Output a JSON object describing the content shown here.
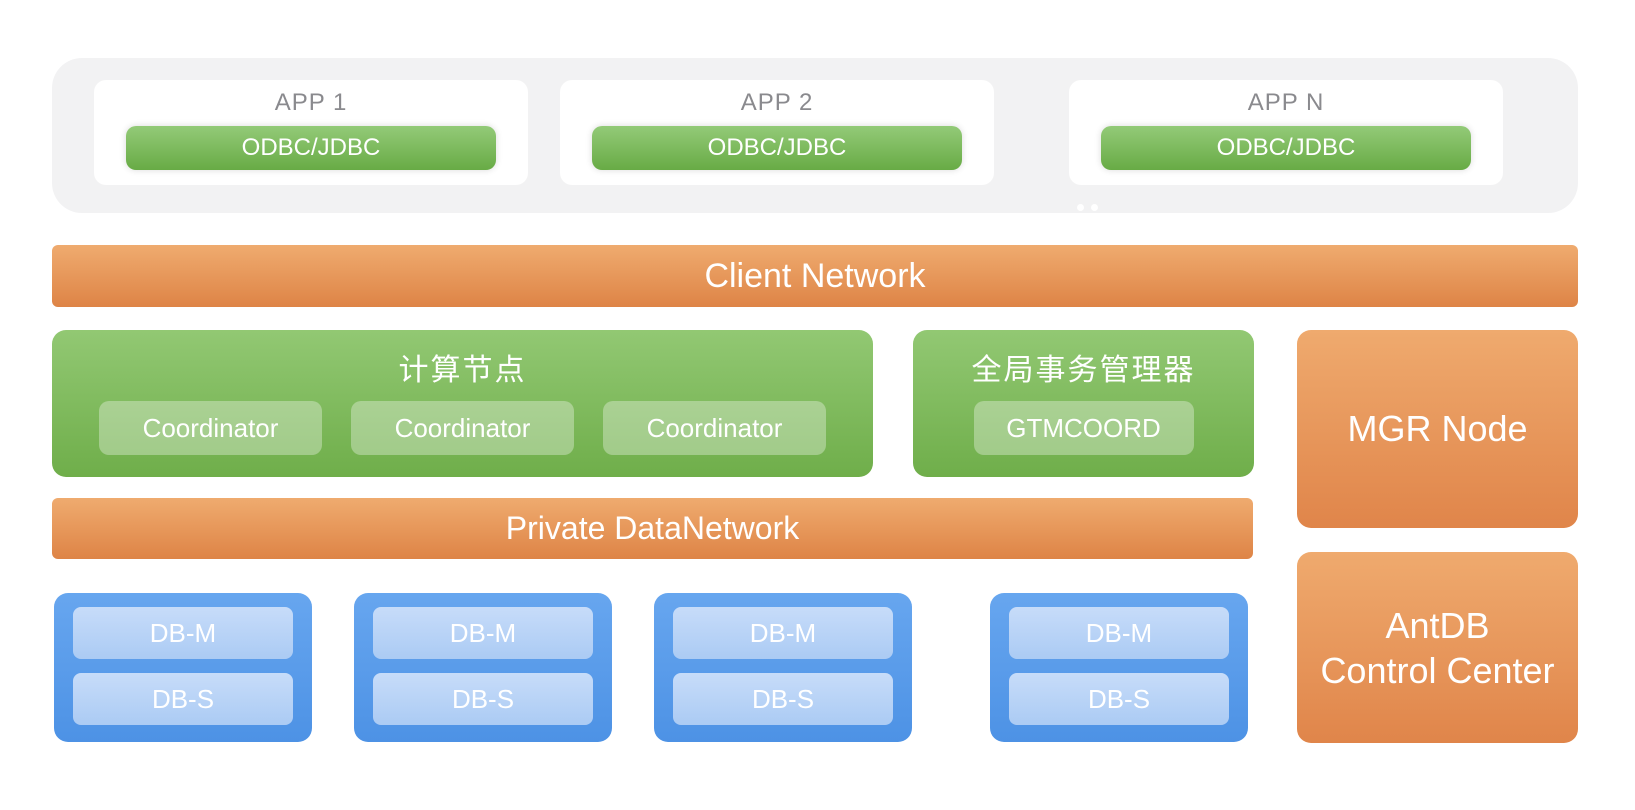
{
  "apps_panel": {
    "cards": [
      {
        "title": "APP 1",
        "button": "ODBC/JDBC"
      },
      {
        "title": "APP 2",
        "button": "ODBC/JDBC"
      },
      {
        "title": "APP N",
        "button": "ODBC/JDBC"
      }
    ]
  },
  "client_network": {
    "label": "Client Network"
  },
  "compute": {
    "title": "计算节点",
    "coordinators": [
      "Coordinator",
      "Coordinator",
      "Coordinator"
    ]
  },
  "gtm": {
    "title": "全局事务管理器",
    "button": "GTMCOORD"
  },
  "mgr": {
    "label": "MGR Node"
  },
  "private_network": {
    "label": "Private DataNetwork"
  },
  "data_nodes": [
    {
      "master": "DB-M",
      "standby": "DB-S"
    },
    {
      "master": "DB-M",
      "standby": "DB-S"
    },
    {
      "master": "DB-M",
      "standby": "DB-S"
    },
    {
      "master": "DB-M",
      "standby": "DB-S"
    }
  ],
  "control_center": {
    "line1": "AntDB",
    "line2": "Control Center"
  },
  "colors": {
    "panel_gray": "#f2f2f3",
    "app_label_gray": "#8a8a8e",
    "green_top": "#92c873",
    "green_bottom": "#6fae4a",
    "green_button_top": "#93ca78",
    "green_button_bottom": "#68ab45",
    "orange_top": "#efab6f",
    "orange_bottom": "#de8446",
    "blue_top": "#67a6ef",
    "blue_bottom": "#4d92e5",
    "blue_pill_top": "#c7dcf9",
    "blue_pill_bottom": "#abcbf4",
    "text_white": "#ffffff"
  }
}
